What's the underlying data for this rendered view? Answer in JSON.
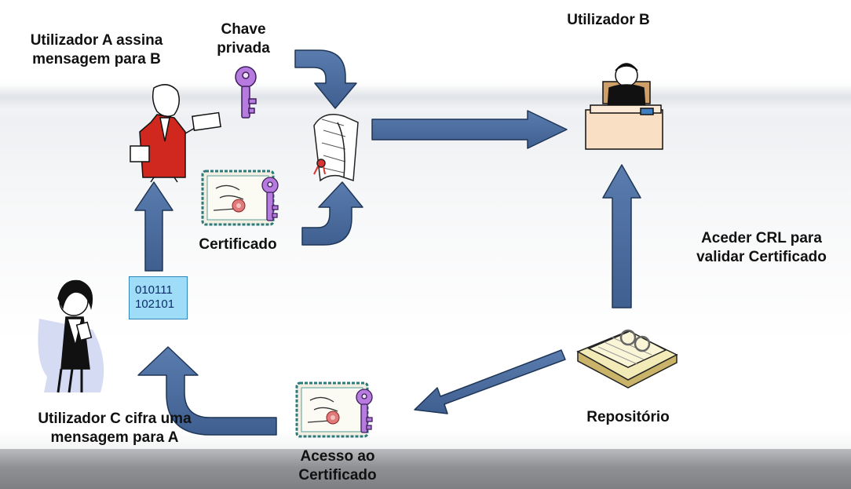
{
  "labels": {
    "user_a": "Utilizador A assina mensagem para B",
    "user_a_line1": "Utilizador A assina",
    "user_a_line2": "mensagem para B",
    "private_key_line1": "Chave",
    "private_key_line2": "privada",
    "user_b": "Utilizador B",
    "certificate": "Certificado",
    "crl_line1": "Aceder CRL para",
    "crl_line2": "validar Certificado",
    "repository": "Repositório",
    "access_line1": "Acesso ao",
    "access_line2": "Certificado",
    "user_c_line1": "Utilizador C cifra uma",
    "user_c_line2": "mensagem para A"
  },
  "binary": {
    "line1": "010111",
    "line2": "102101"
  },
  "colors": {
    "arrow_fill": "#4a6b9e",
    "arrow_stroke": "#1f3657",
    "key_fill": "#b77be0",
    "binary_box": "#9fdcf7"
  },
  "icons": [
    "key-icon",
    "scroll-document-icon",
    "certificate-icon",
    "businesswoman-icon",
    "man-at-desk-icon",
    "repository-binder-icon",
    "woman-writing-icon"
  ]
}
